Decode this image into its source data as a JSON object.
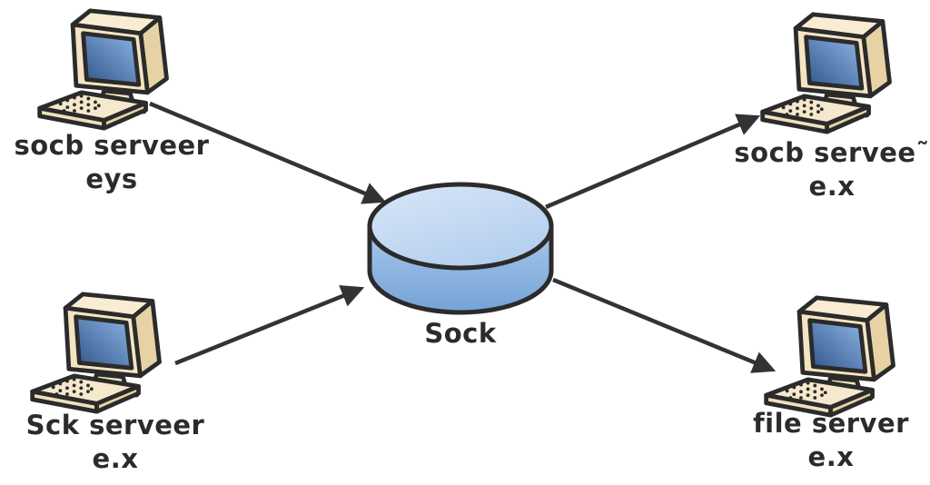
{
  "diagram": {
    "type": "network-topology",
    "center_node": {
      "label": "Sock",
      "shape": "cylinder-disk"
    },
    "nodes": [
      {
        "position": "top-left",
        "icon": "desktop-computer",
        "line1": "socb serveer",
        "line2": "eys"
      },
      {
        "position": "top-right",
        "icon": "desktop-computer",
        "line1": "socb servee˜",
        "line2": "e.x"
      },
      {
        "position": "bottom-left",
        "icon": "desktop-computer",
        "line1": "Sck serveer",
        "line2": "e.x"
      },
      {
        "position": "bottom-right",
        "icon": "desktop-computer",
        "line1": "file server",
        "line2": "e.x"
      }
    ],
    "arrows": [
      {
        "from": "top-left-computer",
        "to": "center-disk"
      },
      {
        "from": "bottom-left-computer",
        "to": "center-disk"
      },
      {
        "from": "center-disk",
        "to": "top-right-computer"
      },
      {
        "from": "center-disk",
        "to": "bottom-right-computer"
      }
    ],
    "colors": {
      "background": "#ffffff",
      "arrow": "#333333",
      "outline": "#2b2b2b",
      "text": "#2b2b2b",
      "cylinder_top_light": "#d9e6f8",
      "cylinder_top_dark": "#b4cfee",
      "cylinder_body_light": "#a9c8ec",
      "cylinder_body_dark": "#74a3d6",
      "computer_case": "#f4e4c2",
      "computer_case_side": "#e7d2a6",
      "computer_case_top": "#f8ecd2",
      "keyboard_top": "#f6e8cc",
      "screen_dark": "#2f5589",
      "screen_light": "#8fb6e6"
    }
  }
}
